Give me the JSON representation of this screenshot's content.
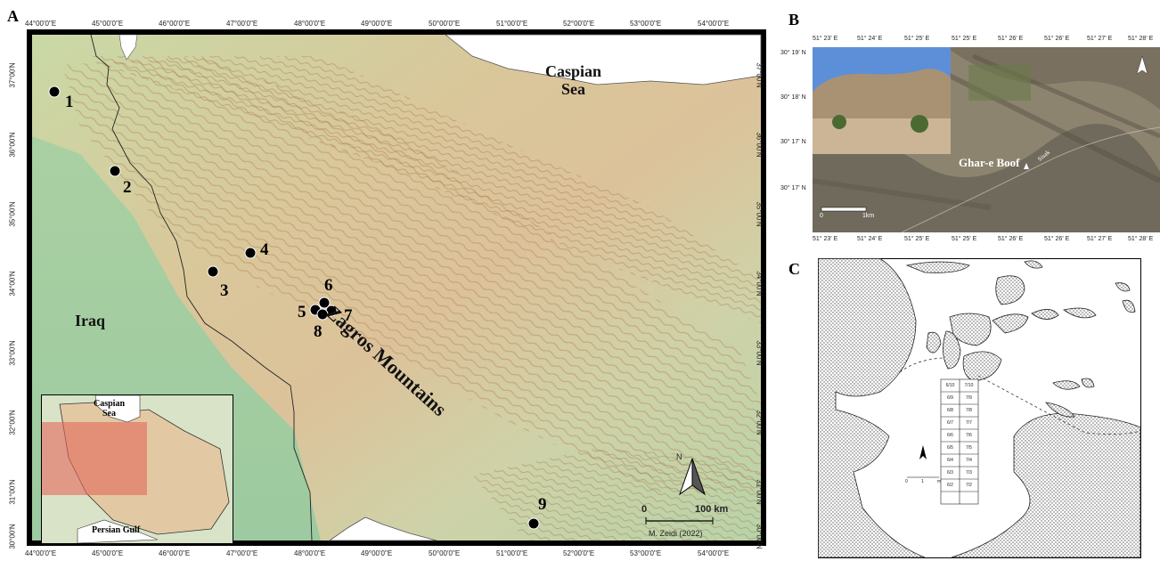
{
  "panels": {
    "a": "A",
    "b": "B",
    "c": "C"
  },
  "main_map": {
    "lon_ticks": [
      "44°00'0\"E",
      "45°00'0\"E",
      "46°00'0\"E",
      "47°00'0\"E",
      "48°00'0\"E",
      "49°00'0\"E",
      "50°00'0\"E",
      "51°00'0\"E",
      "52°00'0\"E",
      "53°00'0\"E",
      "54°00'0\"E"
    ],
    "lat_ticks": [
      "37°00'N",
      "36°00'N",
      "35°00'N",
      "34°00'N",
      "33°00'N",
      "32°00'N",
      "31°00'N",
      "30°00'N"
    ],
    "sites": [
      "1",
      "2",
      "3",
      "4",
      "5",
      "6",
      "7",
      "8",
      "9"
    ],
    "labels": {
      "caspian": "Caspian\nSea",
      "caspian_line1": "Caspian",
      "caspian_line2": "Sea",
      "iraq": "Iraq",
      "zagros": "Zagros Mountains"
    },
    "scale": {
      "zero": "0",
      "end": "100 km"
    },
    "credit": "M. Zeidi (2022)",
    "north": "N"
  },
  "inset": {
    "caspian_line1": "Caspian",
    "caspian_line2": "Sea",
    "gulf": "Persian Gulf"
  },
  "panel_b": {
    "lon_ticks": [
      "51° 23' E",
      "51° 24' E",
      "51° 25' E",
      "51° 25' E",
      "51° 26' E",
      "51° 26' E",
      "51° 27' E",
      "51° 28' E"
    ],
    "lat_ticks": [
      "30° 19' N",
      "30° 18' N",
      "30° 17' N",
      "30° 17' N"
    ],
    "site_name": "Ghar-e Boof",
    "scale_zero": "0",
    "scale_end": "1km",
    "road": "Sisak"
  },
  "panel_c": {
    "grid_left": [
      "6/10",
      "6/9",
      "6/8",
      "6/7",
      "6/6",
      "6/5",
      "6/4",
      "6/3",
      "6/2"
    ],
    "grid_right": [
      "7/10",
      "7/9",
      "7/8",
      "7/7",
      "7/6",
      "7/5",
      "7/4",
      "7/3",
      "7/2"
    ],
    "scale_zero": "0",
    "scale_one": "1",
    "scale_m": "m"
  }
}
